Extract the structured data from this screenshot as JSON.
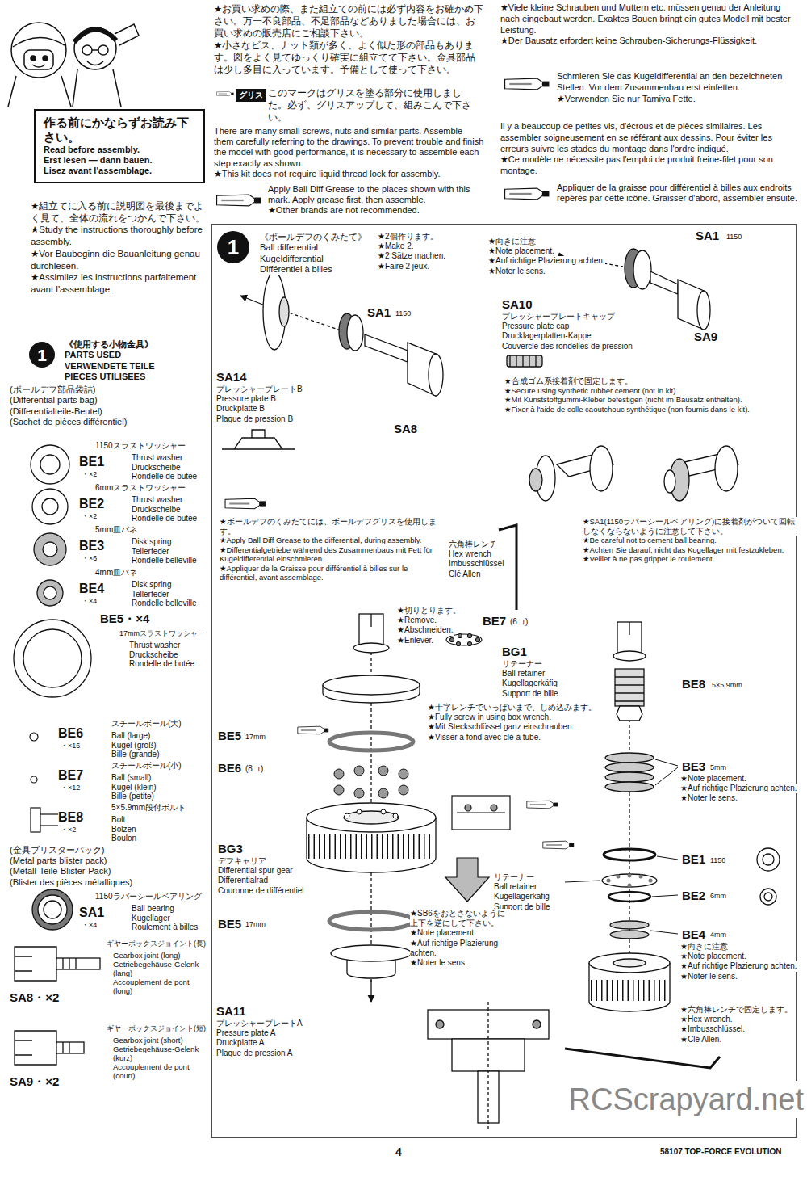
{
  "diagram": {
    "nodes": [
      {
        "text": [
          "作る前にかならずお読み下さい。",
          "Read before assembly.",
          "Erst lesen — dann bauen.",
          "Lisez avant l'assemblage."
        ]
      },
      {
        "text": [
          "グリス"
        ]
      },
      {
        "text": [
          "1"
        ]
      },
      {
        "text": [
          "1"
        ]
      }
    ],
    "labels": [
      "★お買い求めの際、また組立ての前には必ず内容をお確かめ下さい。万一不良部品、不足部品などありました場合には、お買い求めの販売店にご相談下さい。",
      "★小さなビス、ナット類が多く、よく似た形の部品もあります。図をよく見てゆっくり確実に組立てて下さい。金具部品は少し多目に入っています。予備として使って下さい。",
      "このマークはグリスを塗る部分に使用しました。必ず、グリスアップして、組みこんで下さい。",
      "There are many small screws, nuts and similar parts. Assemble them carefully referring to the drawings. To prevent trouble and finish the model with good performance, it is necessary to assemble each step exactly as shown.",
      "★This kit does not require liquid thread lock for assembly.",
      "Apply Ball Diff Grease to the places shown with this mark. Apply grease first, then assemble.",
      "★Other brands are not recommended.",
      "★Viele kleine Schrauben und Muttern etc. müssen genau der Anleitung nach eingebaut werden. Exaktes Bauen bringt ein gutes Modell mit bester Leistung.",
      "★Der Bausatz erfordert keine Schrauben-Sicherungs-Flüssigkeit.",
      "Schmieren Sie das Kugeldifferential an den bezeichneten Stellen. Vor dem Zusammenbau erst einfetten.",
      "★Verwenden Sie nur Tamiya Fette.",
      "Il y a beaucoup de petites vis, d'écrous et de pièces similaires. Les assembler soigneusement en se référant aux dessins. Pour éviter les erreurs suivre les stades du montage dans l'ordre indiqué.",
      "★Ce modèle ne nécessite pas l'emploi de produit freine-filet pour son montage.",
      "Appliquer de la graisse pour différentiel à billes aux endroits repérés par cette icône. Graisser d'abord, assembler ensuite.",
      "★組立てに入る前に説明図を最後までよく見て、全体の流れをつかんで下さい。",
      "★Study the instructions thoroughly before assembly.",
      "★Vor Baubeginn die Bauanleitung genau durchlesen.",
      "★Assimilez les instructions parfaitement avant l'assemblage.",
      "《使用する小物金具》",
      "PARTS USED",
      "VERWENDETE TEILE",
      "PIECES UTILISEES",
      "(ボールデフ部品袋詰)",
      "(Differential parts bag)",
      "(Differentialteile-Beutel)",
      "(Sachet de pièces différentiel)",
      "1150スラストワッシャー",
      "BE1",
      "・×2",
      "Thrust washer",
      "Druckscheibe",
      "Rondelle de butée",
      "6mmスラストワッシャー",
      "BE2",
      "・×2",
      "Thrust washer",
      "Druckscheibe",
      "Rondelle de butée",
      "5mm皿バネ",
      "BE3",
      "・×6",
      "Disk spring",
      "Tellerfeder",
      "Rondelle belleville",
      "4mm皿バネ",
      "BE4",
      "・×4",
      "Disk spring",
      "Tellerfeder",
      "Rondelle belleville",
      "BE5・×4",
      "17mmスラストワッシャー",
      "Thrust washer",
      "Druckscheibe",
      "Rondelle de butée",
      "スチールボール(大)",
      "BE6",
      "・×16",
      "Ball (large)",
      "Kugel (groß)",
      "Bille (grande)",
      "スチールボール(小)",
      "BE7",
      "・×12",
      "Ball (small)",
      "Kugel (klein)",
      "Bille (petite)",
      "5×5.9mm段付ボルト",
      "BE8",
      "・×2",
      "Bolt",
      "Bolzen",
      "Boulon",
      "(金具ブリスターパック)",
      "(Metal parts blister pack)",
      "(Metall-Teile-Blister-Pack)",
      "(Blister des pièces métalliques)",
      "1150ラバーシールベアリング",
      "SA1",
      "・×4",
      "Ball bearing",
      "Kugellager",
      "Roulement à billes",
      "ギヤーボックスジョイント(長)",
      "SA8・×2",
      "Gearbox joint (long)",
      "Getriebegehäuse-Gelenk (lang)",
      "Accouplement de pont (long)",
      "ギヤーボックスジョイント(短)",
      "SA9・×2",
      "Gearbox joint (short)",
      "Getriebegehäuse-Gelenk (kurz)",
      "Accouplement de pont (court)",
      "《ボールデフのくみたて》",
      "Ball differential",
      "Kugeldifferential",
      "Différentiel à billes",
      "★2個作ります。",
      "★Make 2.",
      "★2 Sätze machen.",
      "★Faire 2 jeux.",
      "SA1",
      "1150",
      "SA14",
      "プレッシャープレートB",
      "Pressure plate B",
      "Druckplatte B",
      "Plaque de pression B",
      "SA8",
      "★向きに注意",
      "★Note placement.",
      "★Auf richtige Plazierung achten.",
      "★Noter le sens.",
      "SA1",
      "1150",
      "SA10",
      "プレッシャープレートキャップ",
      "Pressure plate cap",
      "Drucklagerplatten-Kappe",
      "Couvercle des rondelles de pression",
      "SA9",
      "★合成ゴム系接着剤で固定します。",
      "★Secure using synthetic rubber cement (not in kit).",
      "★Mit Kunststoffgummi-Kleber befestigen (nicht im Bausatz enthalten).",
      "★Fixer à l'aide de colle caoutchouc synthétique (non fournis dans le kit).",
      "★ボールデフのくみたてには、ボールデフグリスを使用します。",
      "★Apply Ball Diff Grease to the differential, during assembly.",
      "★Differentialgetriebe während des Zusammenbaus mit Fett für Kugeldifferential einschmieren.",
      "★Appliquer de la Graisse pour différentiel à billes sur le différentiel, avant assemblage.",
      "六角棒レンチ",
      "Hex wrench",
      "Imbusschlüssel",
      "Clé Allen",
      "★SA1(1150ラバーシールベアリング)に接着剤がついて回転しなくならないように注意して下さい。",
      "★Be careful not to cement ball bearing.",
      "★Achten Sie darauf, nicht das Kugellager mit festzukleben.",
      "★Veiller à ne pas gripper le roulement.",
      "★切りとります。",
      "★Remove.",
      "★Abschneiden.",
      "★Enlever.",
      "BE7",
      "(6コ)",
      "BG1",
      "リテーナー",
      "Ball retainer",
      "Kugellagerkäfig",
      "Support de bille",
      "BE8",
      "5×5.9mm",
      "★十字レンチでいっぱいまで、しめ込みます。",
      "★Fully screw in using box wrench.",
      "★Mit Steckschlüssel ganz einschrauben.",
      "★Visser à fond avec clé à tube.",
      "BE5",
      "17mm",
      "BE6",
      "(8コ)",
      "BE3",
      "5mm",
      "★Note placement.",
      "★Auf richtige Plazierung achten.",
      "★Noter le sens.",
      "BG3",
      "デフキャリア",
      "Differential spur gear",
      "Differentialrad",
      "Couronne de différentiel",
      "BE1",
      "1150",
      "リテーナー",
      "Ball retainer",
      "Kugellagerkäfig",
      "Support de bille",
      "BE2",
      "6mm",
      "BE5",
      "17mm",
      "★SB6をおとさないように上下を逆にして下さい。",
      "★Note placement.",
      "★Auf richtige Plazierung achten.",
      "★Noter le sens.",
      "BE4",
      "4mm",
      "★向きに注意",
      "★Note placement.",
      "★Auf richtige Plazierung achten.",
      "★Noter le sens.",
      "SA11",
      "プレッシャープレートA",
      "Pressure plate A",
      "Druckplatte A",
      "Plaque de pression A",
      "★六角棒レンチで固定します。",
      "★Hex wrench.",
      "★Imbusschlüssel.",
      "★Clé Allen.",
      "4",
      "58107 TOP-FORCE EVOLUTION",
      "RCScrapyard.net"
    ]
  }
}
